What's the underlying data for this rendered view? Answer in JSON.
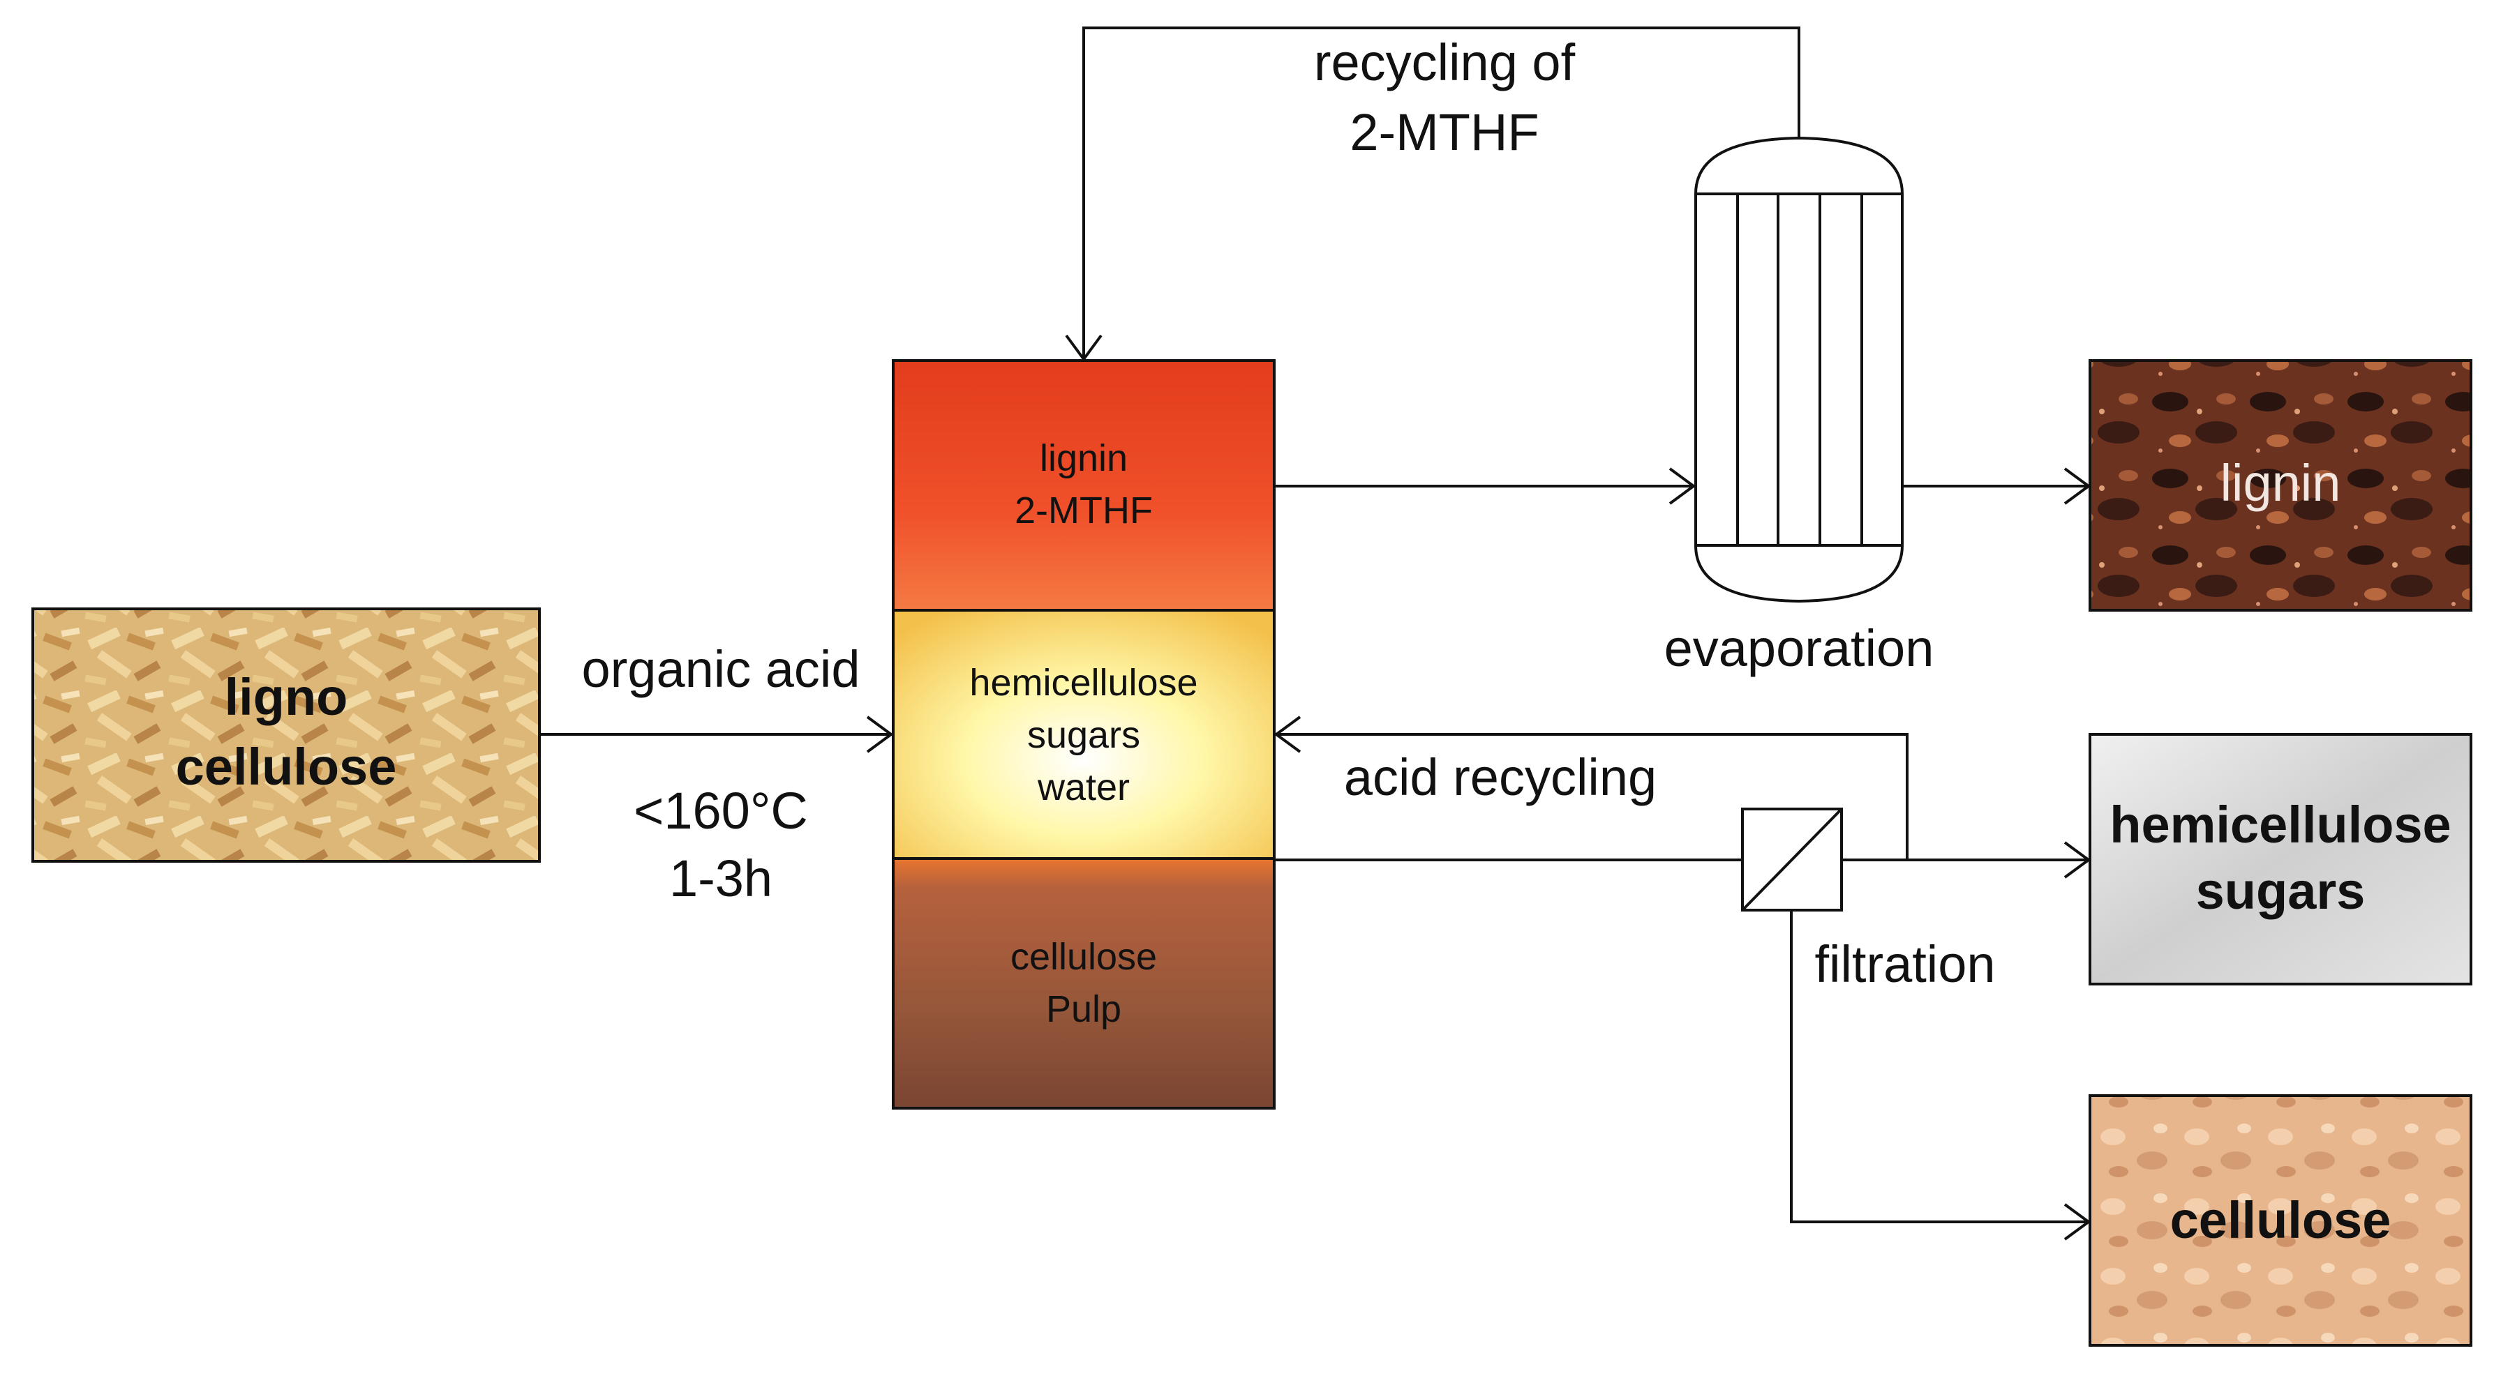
{
  "feedstock": {
    "label_line1": "ligno",
    "label_line2": "cellulose"
  },
  "conditions": {
    "reagent": "organic acid",
    "temperature": "<160°C",
    "time": "1-3h"
  },
  "reactor": {
    "top_phase": {
      "line1": "lignin",
      "line2": "2-MTHF"
    },
    "middle_phase": {
      "line1": "hemicellulose",
      "line2": "sugars",
      "line3": "water"
    },
    "bottom_phase": {
      "line1": "cellulose",
      "line2": "Pulp"
    }
  },
  "recycling_solvent": {
    "line1": "recycling of",
    "line2": "2-MTHF"
  },
  "evaporation_label": "evaporation",
  "acid_recycling_label": "acid recycling",
  "filtration_label": "filtration",
  "products": {
    "lignin": "lignin",
    "hemicellulose_line1": "hemicellulose",
    "hemicellulose_line2": "sugars",
    "cellulose": "cellulose"
  },
  "colors": {
    "top_phase": "#e8411f",
    "middle_phase": "#fff59a",
    "bottom_phase": "#9a5a3c",
    "lignin_product": "#5a2a1c",
    "hemicellulose_product": "#d8d8d8",
    "cellulose_product": "#e6b48a",
    "feedstock": "#d9b06a"
  }
}
